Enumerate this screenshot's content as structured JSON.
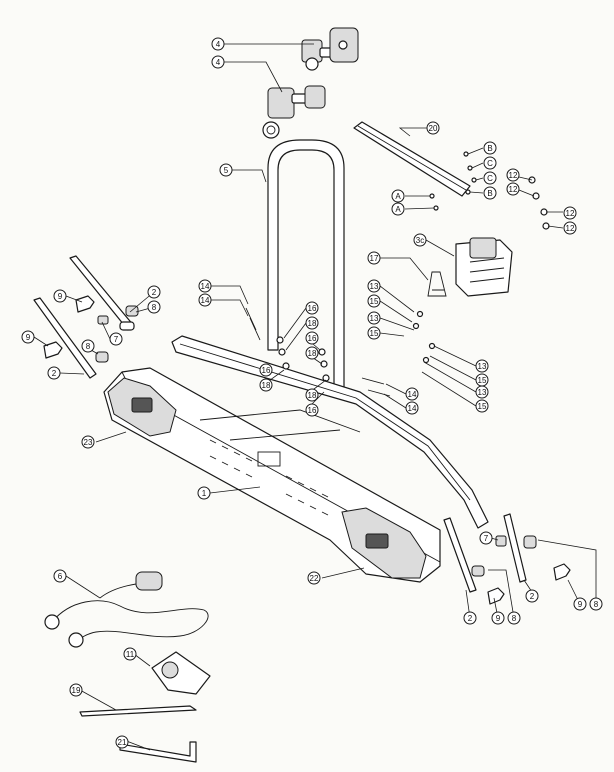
{
  "diagram": {
    "callouts": [
      {
        "id": "c-4a",
        "label": "4"
      },
      {
        "id": "c-4b",
        "label": "4"
      },
      {
        "id": "c-20",
        "label": "20"
      },
      {
        "id": "c-5",
        "label": "5"
      },
      {
        "id": "c-B1",
        "label": "B"
      },
      {
        "id": "c-C1",
        "label": "C"
      },
      {
        "id": "c-C2",
        "label": "C"
      },
      {
        "id": "c-B2",
        "label": "B"
      },
      {
        "id": "c-A1",
        "label": "A"
      },
      {
        "id": "c-A2",
        "label": "A"
      },
      {
        "id": "c-12a",
        "label": "12"
      },
      {
        "id": "c-12b",
        "label": "12"
      },
      {
        "id": "c-12c",
        "label": "12"
      },
      {
        "id": "c-12d",
        "label": "12"
      },
      {
        "id": "c-3c",
        "label": "3c"
      },
      {
        "id": "c-17",
        "label": "17"
      },
      {
        "id": "c-13a",
        "label": "13"
      },
      {
        "id": "c-15a",
        "label": "15"
      },
      {
        "id": "c-13b",
        "label": "13"
      },
      {
        "id": "c-15b",
        "label": "15"
      },
      {
        "id": "c-13c",
        "label": "13"
      },
      {
        "id": "c-15c",
        "label": "15"
      },
      {
        "id": "c-13d",
        "label": "13"
      },
      {
        "id": "c-15d",
        "label": "15"
      },
      {
        "id": "c-14a",
        "label": "14"
      },
      {
        "id": "c-14b",
        "label": "14"
      },
      {
        "id": "c-14c",
        "label": "14"
      },
      {
        "id": "c-14d",
        "label": "14"
      },
      {
        "id": "c-16a",
        "label": "16"
      },
      {
        "id": "c-18a",
        "label": "18"
      },
      {
        "id": "c-16b",
        "label": "16"
      },
      {
        "id": "c-18b",
        "label": "18"
      },
      {
        "id": "c-16c",
        "label": "16"
      },
      {
        "id": "c-18c",
        "label": "18"
      },
      {
        "id": "c-18d",
        "label": "18"
      },
      {
        "id": "c-16d",
        "label": "16"
      },
      {
        "id": "c-9a",
        "label": "9"
      },
      {
        "id": "c-2a",
        "label": "2"
      },
      {
        "id": "c-8a",
        "label": "8"
      },
      {
        "id": "c-7a",
        "label": "7"
      },
      {
        "id": "c-9b",
        "label": "9"
      },
      {
        "id": "c-8b",
        "label": "8"
      },
      {
        "id": "c-2b",
        "label": "2"
      },
      {
        "id": "c-23",
        "label": "23"
      },
      {
        "id": "c-1",
        "label": "1"
      },
      {
        "id": "c-22",
        "label": "22"
      },
      {
        "id": "c-7b",
        "label": "7"
      },
      {
        "id": "c-2c",
        "label": "2"
      },
      {
        "id": "c-9c",
        "label": "9"
      },
      {
        "id": "c-8c",
        "label": "8"
      },
      {
        "id": "c-2d",
        "label": "2"
      },
      {
        "id": "c-9d",
        "label": "9"
      },
      {
        "id": "c-8d",
        "label": "8"
      },
      {
        "id": "c-6",
        "label": "6"
      },
      {
        "id": "c-11",
        "label": "11"
      },
      {
        "id": "c-19",
        "label": "19"
      },
      {
        "id": "c-21",
        "label": "21"
      }
    ]
  }
}
